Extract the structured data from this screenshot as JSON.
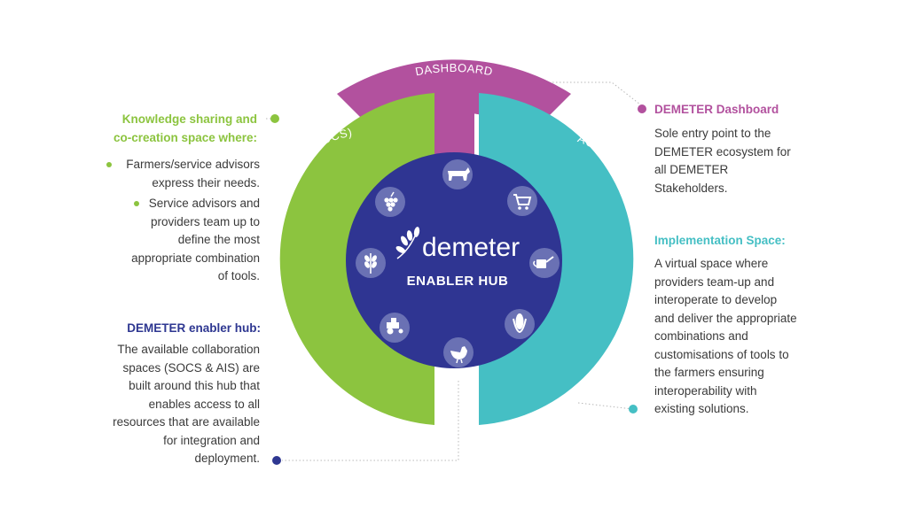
{
  "center": {
    "logo": "demeter",
    "subtitle": "ENABLER HUB"
  },
  "rings": {
    "top": "DASHBOARD",
    "left": "STAKEHOLDER OPEN COLLABORATION SPACE (SOCS)",
    "right": "AGRICULTURAL INTERPERABILITY SPACE (AIS)"
  },
  "icons": [
    "cow-icon",
    "cart-icon",
    "watering-can-icon",
    "corn-icon",
    "chicken-icon",
    "tractor-icon",
    "wheat-icon",
    "grapes-icon"
  ],
  "colors": {
    "green": "#8cc43f",
    "teal": "#45bfc4",
    "magenta": "#b2519e",
    "navy": "#2e3791",
    "hub": "#2f3592"
  },
  "left_panel": {
    "knowledge": {
      "title_line1": "Knowledge sharing and",
      "title_line2": "co-creation space where:",
      "bullet1": [
        "Farmers/service advisors",
        "express their needs."
      ],
      "bullet2": [
        "Service advisors and",
        "providers team up to",
        "define the most",
        "appropriate combination",
        "of tools."
      ]
    },
    "hub": {
      "title": "DEMETER enabler hub:",
      "lines": [
        "The available collaboration",
        "spaces (SOCS & AIS) are",
        "built around this hub that",
        "enables access to all",
        "resources that are available",
        "for integration and",
        "deployment."
      ]
    }
  },
  "right_panel": {
    "dashboard": {
      "title": "DEMETER Dashboard",
      "lines": [
        "Sole entry point to the",
        "DEMETER ecosystem for",
        "all DEMETER",
        "Stakeholders."
      ]
    },
    "implementation": {
      "title": "Implementation Space:",
      "lines": [
        "A virtual space where",
        "providers team-up and",
        "interoperate to develop",
        "and deliver the appropriate",
        "combinations and",
        "customisations of tools to",
        "the farmers ensuring",
        "interoperability with",
        "existing solutions."
      ]
    }
  }
}
